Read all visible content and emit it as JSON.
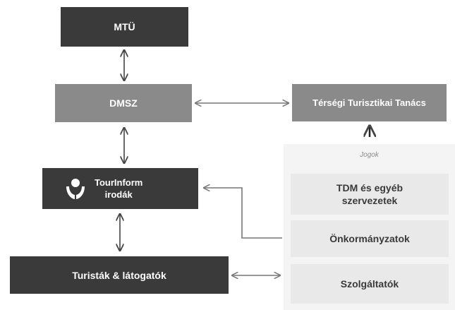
{
  "nodes": {
    "mtu": "MTÜ",
    "dmsz": "DMSZ",
    "terseg": "Térségi Turisztikai Tanács",
    "tourinform_line1": "TourInform",
    "tourinform_line2": "irodák",
    "turistak": "Turisták & látogatók",
    "jogok": "Jogok",
    "tdm_line1": "TDM és egyéb",
    "tdm_line2": "szervezetek",
    "onkormanyzatok": "Önkormányzatok",
    "szolgaltatok": "Szolgáltatók"
  },
  "colors": {
    "dark": "#3a3a3a",
    "mid": "#8a8a8a",
    "light": "#e9e9e9"
  },
  "icons": {
    "tourinform": "tourinform-logo-icon"
  }
}
